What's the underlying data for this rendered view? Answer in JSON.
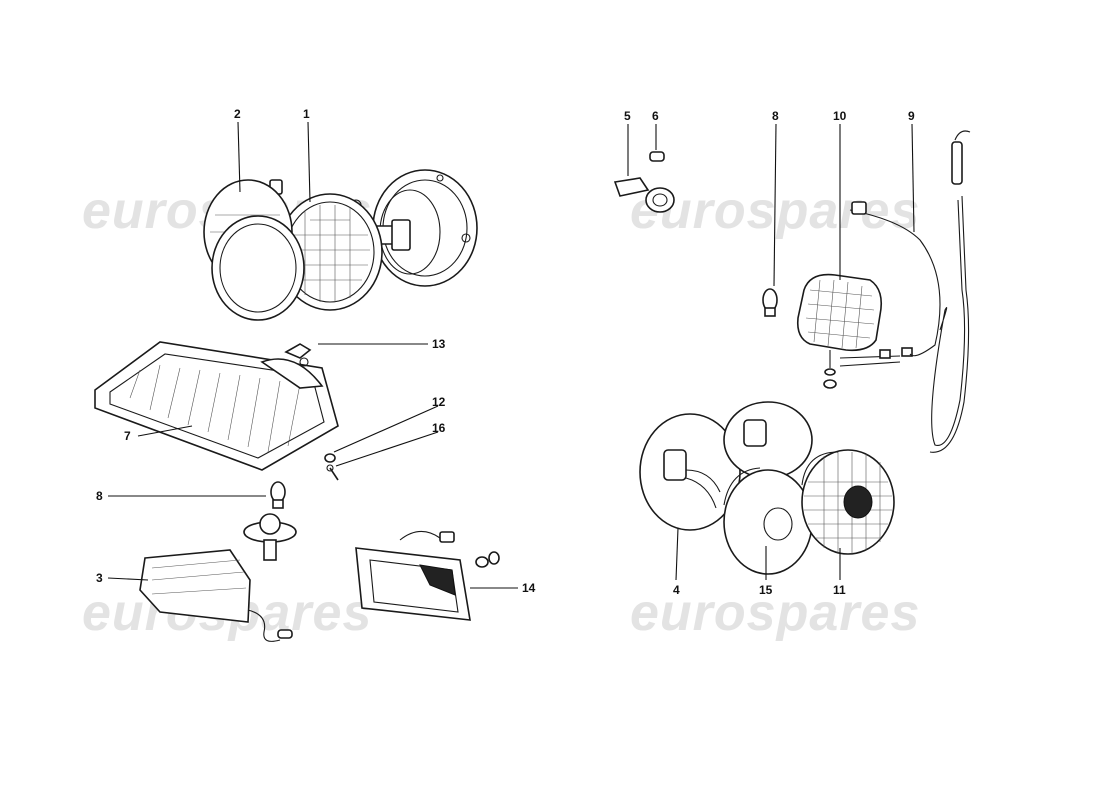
{
  "watermarks": [
    "eurospares",
    "eurospares",
    "eurospares",
    "eurospares"
  ],
  "callouts": {
    "c1": "1",
    "c2": "2",
    "c3": "3",
    "c4": "4",
    "c5": "5",
    "c6": "6",
    "c7": "7",
    "c8a": "8",
    "c8b": "8",
    "c9": "9",
    "c10": "10",
    "c11": "11",
    "c12": "12",
    "c13": "13",
    "c14": "14",
    "c15": "15",
    "c16": "16"
  }
}
